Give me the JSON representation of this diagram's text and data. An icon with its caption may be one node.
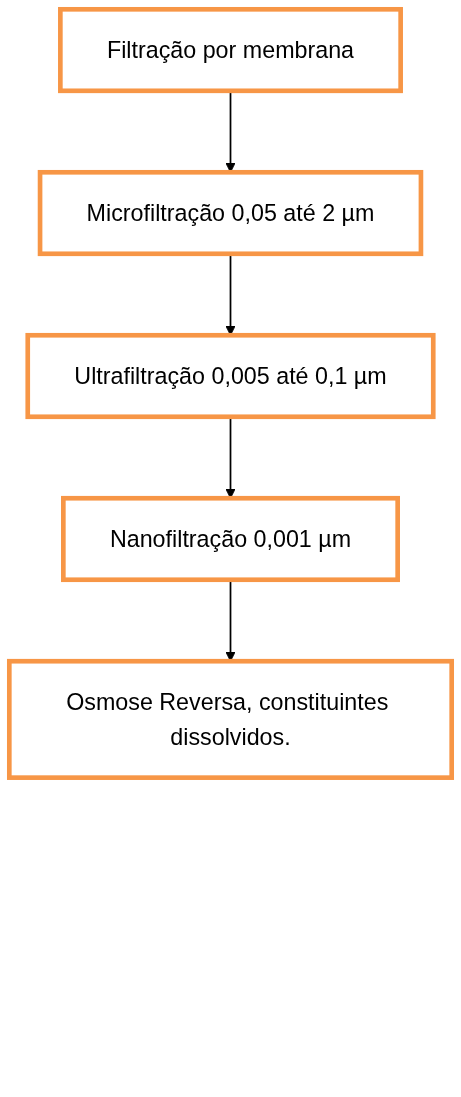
{
  "diagram": {
    "nodes": [
      {
        "text": [
          "Filtração por membrana"
        ]
      },
      {
        "text": [
          "Microfiltração 0,05 até 2 µm"
        ]
      },
      {
        "text": [
          "Ultrafiltração 0,005 até 0,1 µm"
        ]
      },
      {
        "text": [
          "Nanofiltração 0,001 µm"
        ]
      },
      {
        "text": [
          "Osmose Reversa, constituintes dissolvidos."
        ]
      }
    ],
    "edges": [
      {
        "from": 0,
        "to": 1,
        "arrow": "to"
      },
      {
        "from": 1,
        "to": 2,
        "arrow": "to"
      },
      {
        "from": 2,
        "to": 3,
        "arrow": "to"
      },
      {
        "from": 3,
        "to": 4,
        "arrow": "to"
      }
    ]
  }
}
